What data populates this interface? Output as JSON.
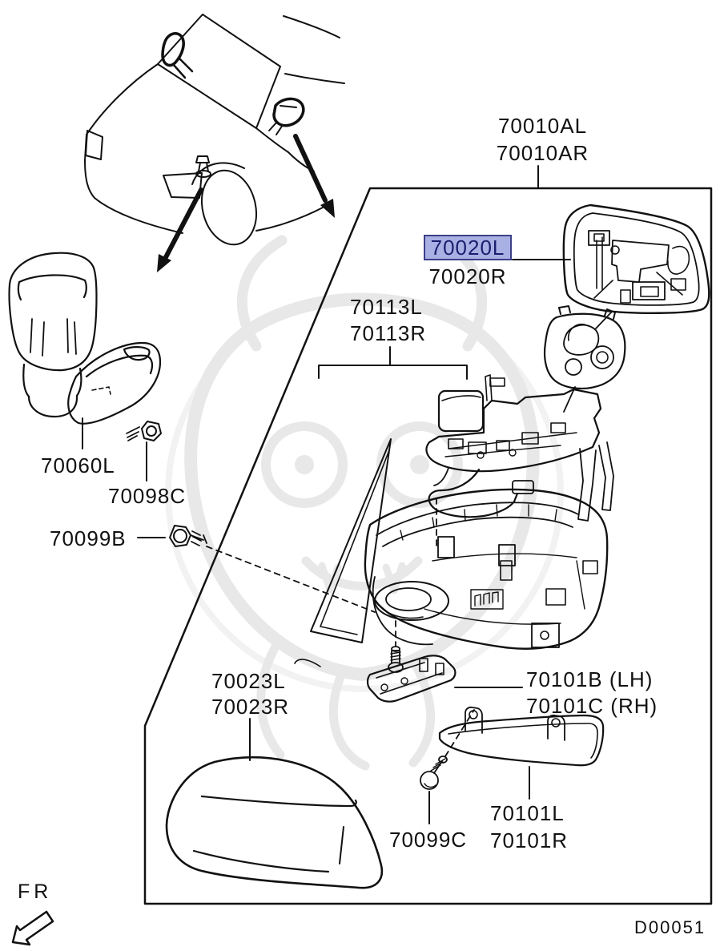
{
  "diagram": {
    "code": "D00051",
    "direction": "FR"
  },
  "colors": {
    "line": "#111111",
    "background": "#ffffff",
    "watermark": "#d6d6d6",
    "highlight_bg": "#a9b0e4",
    "highlight_border": "#3c3f88",
    "highlight_text": "#1b1e6e"
  },
  "part_labels": {
    "mirror_glass_al": "70010AL",
    "mirror_glass_ar": "70010AR",
    "glass_l": "70020L",
    "glass_r": "70020R",
    "frame_l": "70113L",
    "frame_r": "70113R",
    "fender_mirror": "70060L",
    "bolt_fender": "70098C",
    "bolt_pivot": "70099B",
    "cover_l": "70023L",
    "cover_r": "70023R",
    "base_lh": "70101B (LH)",
    "base_rh": "70101C (RH)",
    "screw_lamp": "70099C",
    "lamp_l": "70101L",
    "lamp_r": "70101R"
  }
}
